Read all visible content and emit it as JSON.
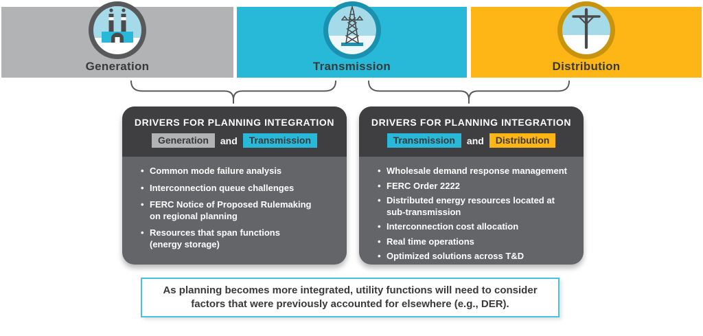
{
  "colors": {
    "gray": "#B1B3B4",
    "cyan": "#29B9D8",
    "orange": "#FDB615",
    "card_header": "#3F3F41",
    "card_body": "#646568",
    "text_dark": "#39393B",
    "note_border": "#45C3DE",
    "brace_stroke": "#58595B",
    "icon_sky": "#A5DBE9"
  },
  "banners": [
    {
      "id": "generation",
      "label": "Generation",
      "icon": "power-plant-icon",
      "ring_color": "#58595B"
    },
    {
      "id": "transmission",
      "label": "Transmission",
      "icon": "transmission-tower-icon",
      "ring_color": "#1A91AF"
    },
    {
      "id": "distribution",
      "label": "Distribution",
      "icon": "utility-pole-icon",
      "ring_color": "#C9940D"
    }
  ],
  "cards": [
    {
      "title": "DRIVERS FOR PLANNING INTEGRATION",
      "conjunction": "and",
      "badges": [
        {
          "label": "Generation",
          "color": "#B1B3B4"
        },
        {
          "label": "Transmission",
          "color": "#29B9D8"
        }
      ],
      "bullets": [
        "Common mode failure analysis",
        "Interconnection queue challenges",
        "FERC Notice of Proposed Rulemaking\non regional planning",
        "Resources that span functions\n(energy storage)"
      ]
    },
    {
      "title": "DRIVERS FOR PLANNING INTEGRATION",
      "conjunction": "and",
      "badges": [
        {
          "label": "Transmission",
          "color": "#29B9D8"
        },
        {
          "label": "Distribution",
          "color": "#FDB615"
        }
      ],
      "bullets": [
        "Wholesale demand response management",
        "FERC Order 2222",
        "Distributed energy resources located at\nsub-transmission",
        "Interconnection cost allocation",
        "Real time operations",
        "Optimized solutions across T&D"
      ]
    }
  ],
  "note": "As planning becomes more integrated, utility functions will need to consider\nfactors that were previously accounted for elsewhere (e.g., DER)."
}
